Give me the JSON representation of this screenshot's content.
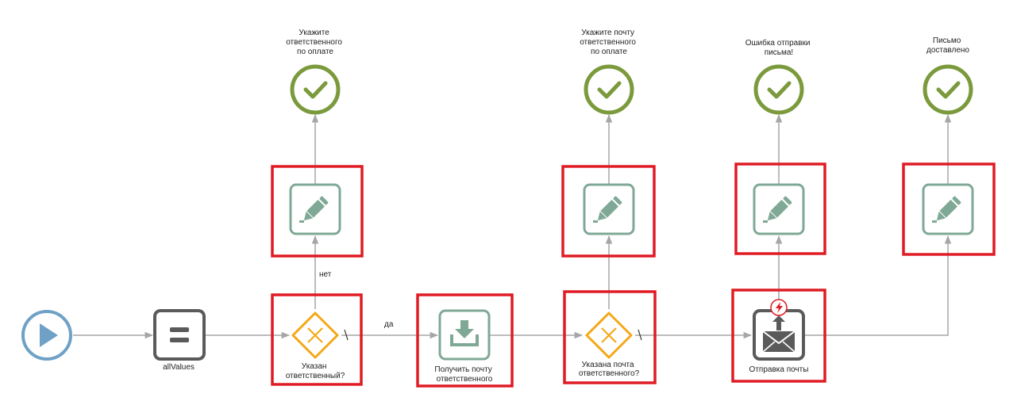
{
  "colors": {
    "flow": "#a6a6a6",
    "start": "#6fa1c6",
    "end": "#7b9a3c",
    "gateway": "#f4a818",
    "activity": "#7fa896",
    "assign": "#5a5a5a",
    "highlight": "#e01b24"
  },
  "icons": {
    "start": "play-icon",
    "assign": "equals-icon",
    "gateway": "x-icon",
    "edit": "pencil-icon",
    "download": "download-icon",
    "mail": "envelope-icon",
    "error": "lightning-icon",
    "end": "check-icon"
  },
  "nodes": {
    "assign_label": "allValues",
    "gateway1_label": [
      "Указан",
      "ответственный?"
    ],
    "get_email_label": [
      "Получить почту",
      "ответственного"
    ],
    "gateway2_label": [
      "Указана почта",
      "ответственного?"
    ],
    "send_mail_label": "Отправка почты",
    "end1_label": [
      "Укажите",
      "ответственного",
      "по оплате"
    ],
    "end2_label": [
      "Укажите почту",
      "ответственного",
      "по оплате"
    ],
    "end3_label": [
      "Ошибка отправки",
      "письма!"
    ],
    "end4_label": [
      "Письмо",
      "доставлено"
    ]
  },
  "flows": {
    "no_label": "нет",
    "yes_label": "да"
  }
}
